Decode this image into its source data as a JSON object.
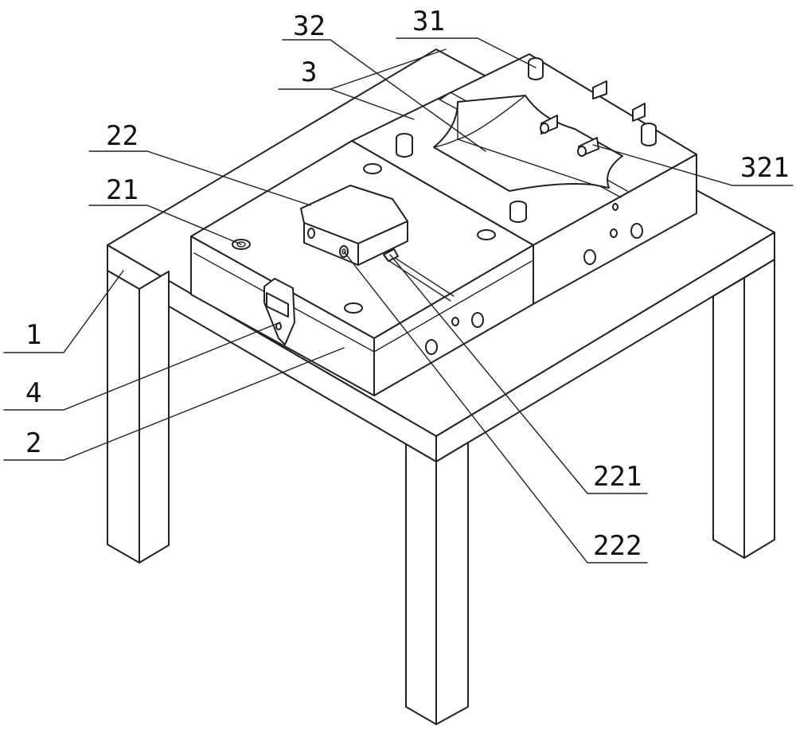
{
  "labels": {
    "l1": "1",
    "l2": "2",
    "l3": "3",
    "l4": "4",
    "l21": "21",
    "l22": "22",
    "l31": "31",
    "l32": "32",
    "l221": "221",
    "l222": "222",
    "l321": "321"
  },
  "colors": {
    "line": "#222222",
    "background": "#ffffff"
  }
}
